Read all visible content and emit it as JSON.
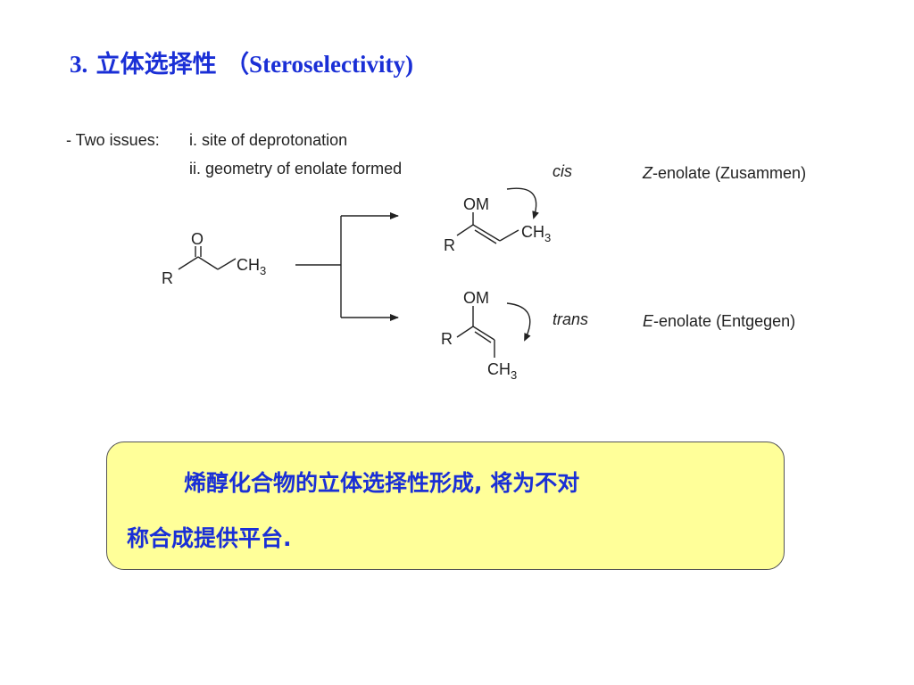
{
  "title": {
    "number": "3.",
    "zh": "立体选择性",
    "en": "（Steroselectivity)"
  },
  "issues": {
    "lead": "- Two issues:",
    "item1": "i. site of deprotonation",
    "item2": "ii. geometry of enolate formed"
  },
  "scheme": {
    "ketone": {
      "O": "O",
      "R": "R",
      "CH3": "CH3"
    },
    "z_enolate": {
      "OM": "OM",
      "R": "R",
      "CH3": "CH3",
      "relation": "cis",
      "name_letter": "Z",
      "name_rest": "-enolate (Zusammen)"
    },
    "e_enolate": {
      "OM": "OM",
      "R": "R",
      "CH3": "CH3",
      "relation": "trans",
      "name_letter": "E",
      "name_rest": "-enolate (Entgegen)"
    }
  },
  "callout": {
    "line1": "烯醇化合物的立体选择性形成, 将为不对",
    "line2": "称合成提供平台."
  },
  "colors": {
    "title_blue": "#1a2fd6",
    "callout_fill": "#ffff99",
    "ink": "#222222"
  }
}
